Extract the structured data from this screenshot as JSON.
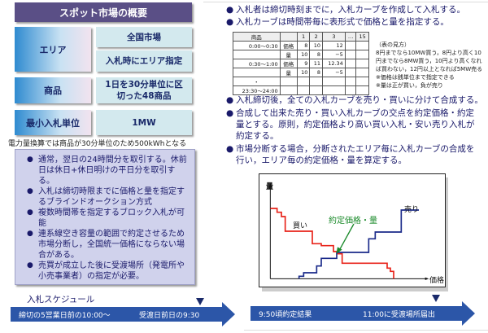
{
  "overview": {
    "title": "スポット市場の概要",
    "rows": [
      {
        "label": "エリア",
        "values": [
          "全国市場",
          "入札時にエリア指定"
        ]
      },
      {
        "label": "商品",
        "values": [
          "1日を30分単位に区切った48商品"
        ]
      },
      {
        "label": "最小入札単位",
        "values": [
          "1MW"
        ]
      }
    ],
    "footnote": "電力量換算では商品が30分単位のため500kWhとなる",
    "bullets": [
      "通常，翌日の24時間分を取引する。休前日は休日+休日明けの平日分を取引する。",
      "入札は締切時限までに価格と量を指定するブラインドオークション方式",
      "複数時間帯を指定するブロック入札が可能",
      "連系線空き容量の範囲で約定させるため市場分断し，全国統一価格にならない場合がある。",
      "売買が成立した後に受渡場所（発電所や小売事業者）の指定が必要。"
    ]
  },
  "schedule": {
    "label": "入札スケジュール",
    "left_start": "締切の5営業日前の10:00〜",
    "left_end": "受渡日前日の9:30",
    "right_start": "9:50頃約定結果",
    "right_end": "11:00に受渡場所届出"
  },
  "right": {
    "top_bullets": [
      "入札者は締切時刻までに，入札カーブを作成して入札する。",
      "入札カーブは時間帯毎に表形式で価格と量を指定する。"
    ],
    "table": {
      "header": [
        "商品",
        "",
        "1",
        "2",
        "3",
        "…",
        "15"
      ],
      "rows": [
        [
          "0:00〜0:30",
          "価格",
          "8",
          "10",
          "12",
          "",
          ""
        ],
        [
          "",
          "量",
          "10",
          "8",
          "−5",
          "",
          ""
        ],
        [
          "0:30〜1:00",
          "価格",
          "9",
          "11",
          "12.34",
          "",
          ""
        ],
        [
          "",
          "量",
          "10",
          "8",
          "−5",
          "",
          ""
        ],
        [
          "・",
          "",
          "",
          "",
          "",
          "",
          ""
        ],
        [
          "23:30〜24:00",
          "",
          "",
          "",
          "",
          "",
          ""
        ]
      ]
    },
    "table_note": [
      "（表の見方）",
      "8円までなら10MW買う，8円より高く10円までなら8MW買う，10円より高くなれば買わない，12円以上となれば5MW売る",
      "※価格は銭単位まで指定できる",
      "※量は正が買い，負が売り"
    ],
    "bullets": [
      "入札締切後，全ての入札カーブを売り・買いに分けて合成する。",
      "合成して出来た売り・買い入札カーブの交点を約定価格・約定量とする。原則，約定価格より高い買い入札・安い売り入札が約定する。",
      "市場分断する場合，分断されたエリア毎に入札カーブの合成を行い，エリア毎の約定価格・量を算定する。"
    ],
    "chart": {
      "y_label": "量",
      "x_label": "価格",
      "buy_label": "買い",
      "sell_label": "売り",
      "intersection_label": "約定価格・量",
      "buy_color": "#e8231a",
      "sell_color": "#1a2a8a",
      "arrow_color": "#1a8a2a"
    }
  }
}
